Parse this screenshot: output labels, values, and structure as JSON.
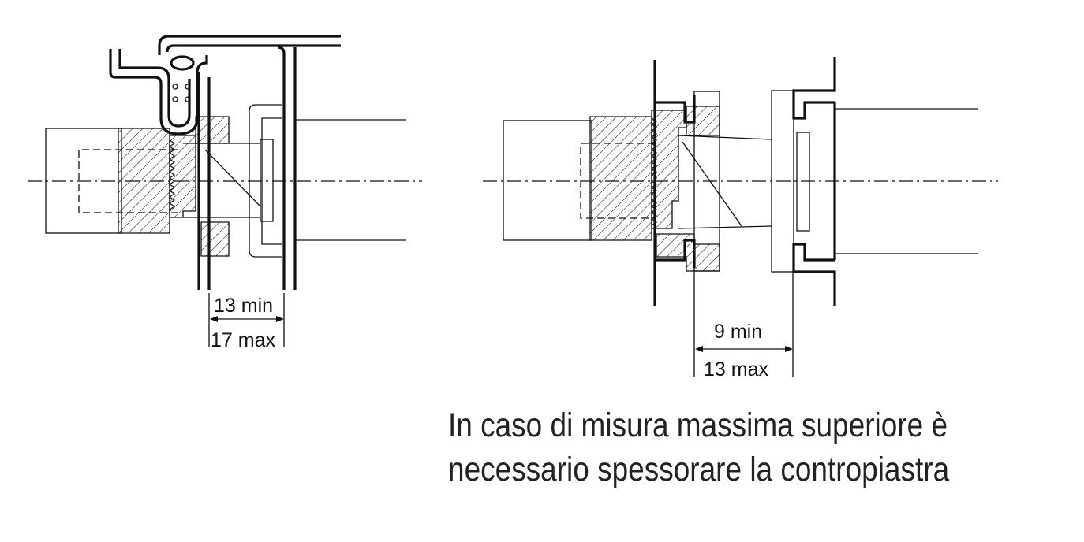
{
  "left_detail": {
    "dimension_min": "13 min",
    "dimension_max": "17 max"
  },
  "right_detail": {
    "dimension_min": "9 min",
    "dimension_max": "13 max"
  },
  "note": {
    "line1": "In caso di misura massima superiore è",
    "line2": "necessario spessorare la contropiastra"
  },
  "colors": {
    "line": "#111111",
    "background": "#ffffff"
  }
}
